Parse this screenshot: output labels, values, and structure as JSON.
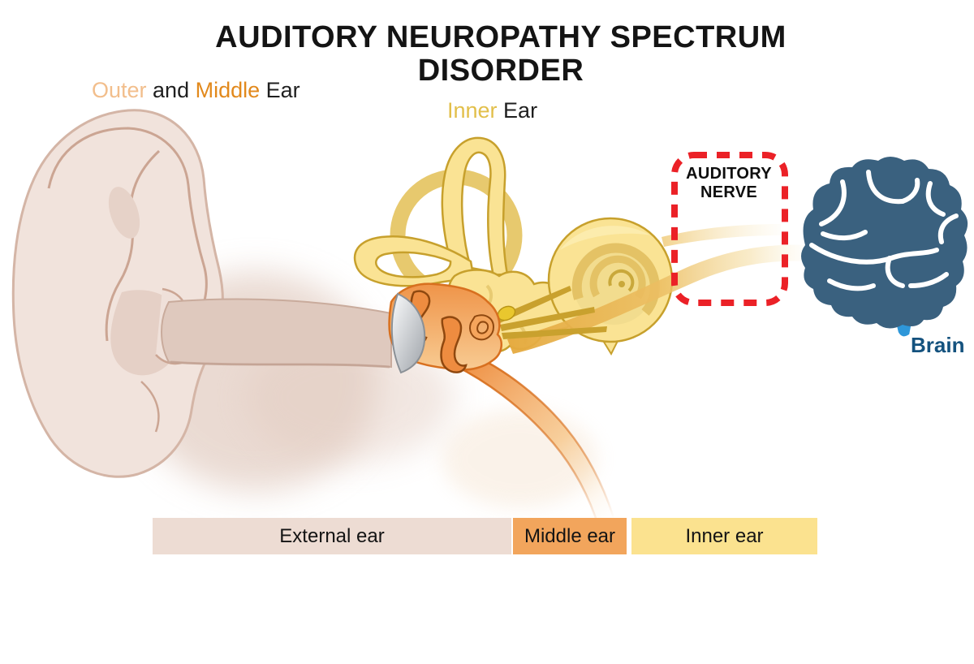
{
  "title": {
    "line1": "AUDITORY NEUROPATHY SPECTRUM",
    "line2": "DISORDER"
  },
  "region_labels": {
    "outer_middle": [
      {
        "text": "Outer",
        "color": "#F2BE8C"
      },
      {
        "text": " and ",
        "color": "#1F1F1F"
      },
      {
        "text": "Middle",
        "color": "#E2891C"
      },
      {
        "text": " Ear",
        "color": "#1F1F1F"
      }
    ],
    "inner": [
      {
        "text": "Inner",
        "color": "#E2BF4A"
      },
      {
        "text": " Ear",
        "color": "#1F1F1F"
      }
    ]
  },
  "callout": {
    "line1": "AUDITORY",
    "line2": "NERVE",
    "border_color": "#EB2127"
  },
  "brain": {
    "label": "Brain",
    "label_color": "#14527E",
    "cerebrum_color": "#3A617F",
    "brainstem_color": "#2E97D9"
  },
  "legend": {
    "segments": [
      {
        "label": "External ear",
        "color": "#EDDCD3"
      },
      {
        "label": "Middle ear",
        "color": "#F2A55C"
      },
      {
        "label": "Inner ear",
        "color": "#FBE28F"
      }
    ]
  },
  "illustration_colors": {
    "outer_ear_skin": "#F1E3DC",
    "outer_ear_outline": "#D4B5A6",
    "ear_canal": "#DFC9BE",
    "middle_ear_orange": "#EF9449",
    "middle_ear_outline": "#D8701F",
    "ossicle_fill": "#EE8C40",
    "eardrum_gray": "#A2A7AD",
    "inner_ear_yellow": "#FAE394",
    "inner_ear_outline": "#C7A02C",
    "nerve_gold": "#E4A83C"
  }
}
